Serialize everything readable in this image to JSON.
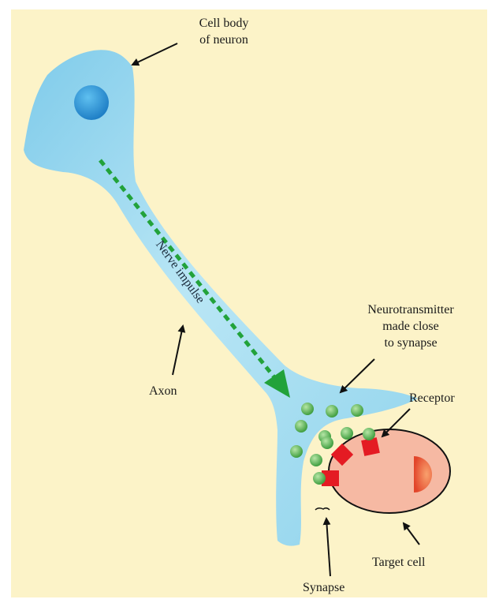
{
  "labels": {
    "cell_body_line1": "Cell body",
    "cell_body_line2": "of neuron",
    "nerve_impulse": "Nerve impulse",
    "neurotransmitter_line1": "Neurotransmitter",
    "neurotransmitter_line2": "made close",
    "neurotransmitter_line3": "to synapse",
    "receptor": "Receptor",
    "axon": "Axon",
    "target_cell": "Target cell",
    "synapse": "Synapse"
  },
  "colors": {
    "background": "#fcf3c8",
    "neuron_fill": "#8fd3ec",
    "nucleus": "#2a8fd0",
    "impulse_arrow": "#22a23a",
    "vesicle": "#4fae4f",
    "receptor": "#e41b23",
    "target_cell": "#f6b9a3",
    "target_nucleus": "#e8653a"
  }
}
